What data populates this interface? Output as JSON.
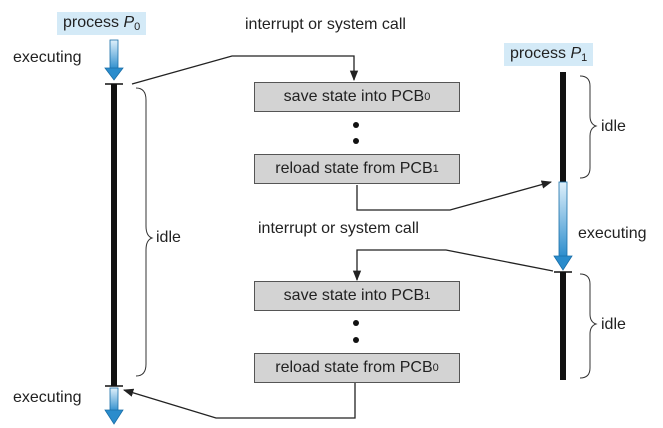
{
  "process_p0": {
    "prefix": "process ",
    "name": "P",
    "sub": "0"
  },
  "process_p1": {
    "prefix": "process ",
    "name": "P",
    "sub": "1"
  },
  "labels": {
    "executing": "executing",
    "idle": "idle",
    "interrupt": "interrupt or system call"
  },
  "boxes": {
    "save_0": {
      "text": "save state into PCB",
      "sub": "0"
    },
    "reload_1": {
      "text": "reload state from PCB",
      "sub": "1"
    },
    "save_1": {
      "text": "save state into PCB",
      "sub": "1"
    },
    "reload_0": {
      "text": "reload state from PCB",
      "sub": "0"
    }
  },
  "colors": {
    "arrow_light": "#dff0fb",
    "arrow_dark": "#2a8ccc",
    "process_bg": "#d4eaf7",
    "box_bg": "#d3d3d3"
  }
}
